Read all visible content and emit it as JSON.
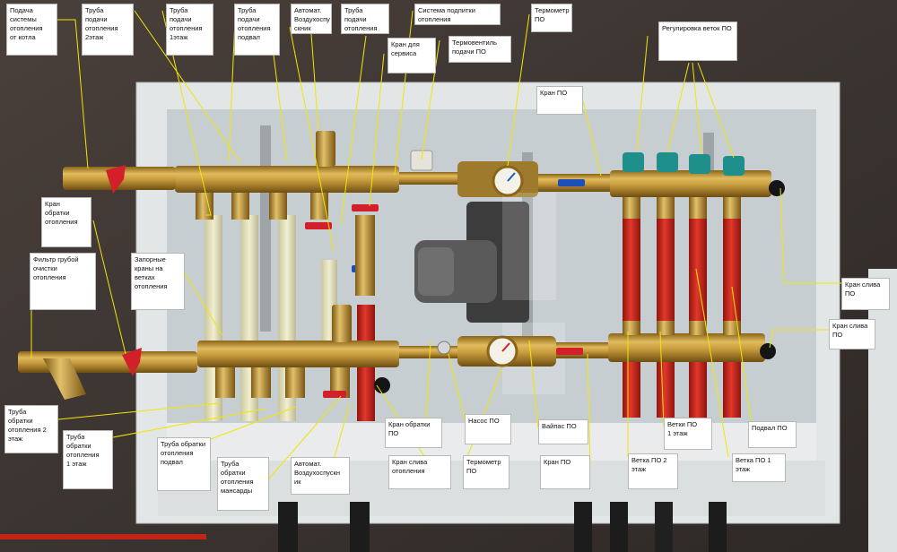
{
  "labels": {
    "supply_from_boiler": "Подача\nсистемы\nотопления\nот котла",
    "supply_floor2": "Труба\nподачи\nотопления\n2этаж",
    "supply_floor1": "Труба\nподачи\nотопления\n1этаж",
    "supply_basement": "Труба\nподачи\nотопления\nподвал",
    "auto_air_vent_top": "Автомат.\nВоздухоспу\nскник",
    "supply_attic": "Труба подачи\nотопления\nмансарды",
    "fill_system": "Система подпитки\nотопления",
    "service_valve": "Кран для\nсервиса",
    "thermo_valve_supply": "Термовентиль\nподачи ПО",
    "thermometer_top": "Термометр\nПО",
    "branch_regulation": "Регулировка веток ПО",
    "valve_po_top": "Кран ПО",
    "return_valve": "Кран\nобратки\nотопления",
    "coarse_filter": "Фильтр грубой\nочистки\nотопления",
    "shutoff_valves": "Запорные\nкраны на\nветках\nотопления",
    "drain_valve_po_1": "Кран слива\nПО",
    "drain_valve_po_2": "Кран слива\nПО",
    "return_floor2": "Труба\nобратки\nотопления 2\nэтаж",
    "return_floor1": "Труба\nобратки\nотопления\n1 этаж",
    "return_basement": "Труба обратки\nотопления\nподвал",
    "return_attic": "Труба\nобратки\nотопления\nмансарды",
    "auto_air_vent_bottom": "Автомат.\nВоздухоспускн\nик",
    "return_valve_po": "Кран обратки\nПО",
    "pump_po": "Насос ПО",
    "bypass_po": "Вайпас ПО",
    "drain_valve_heating": "Кран слива\nотопления",
    "thermometer_bottom": "Термометр\nПО",
    "valve_po_bottom": "Кран ПО",
    "branch_po_floor2": "Ветка ПО 2\nэтаж",
    "branches_po_floor1": "Ветки ПО\n1 этаж",
    "branch_po_floor1": "Ветка ПО 1\nэтаж",
    "basement_po": "Подвал ПО"
  },
  "colors": {
    "leader_line": "#f2e600",
    "label_bg": "#ffffff",
    "cabinet": "#e7e9ea",
    "back_panel": "#c9cfd3",
    "brass": "#c39a3a",
    "red_pipe": "#d2291e",
    "valve_handle_red": "#d21f2a",
    "valve_handle_blue": "#1c4fb8",
    "regulator_cap": "#1f8f8b"
  }
}
